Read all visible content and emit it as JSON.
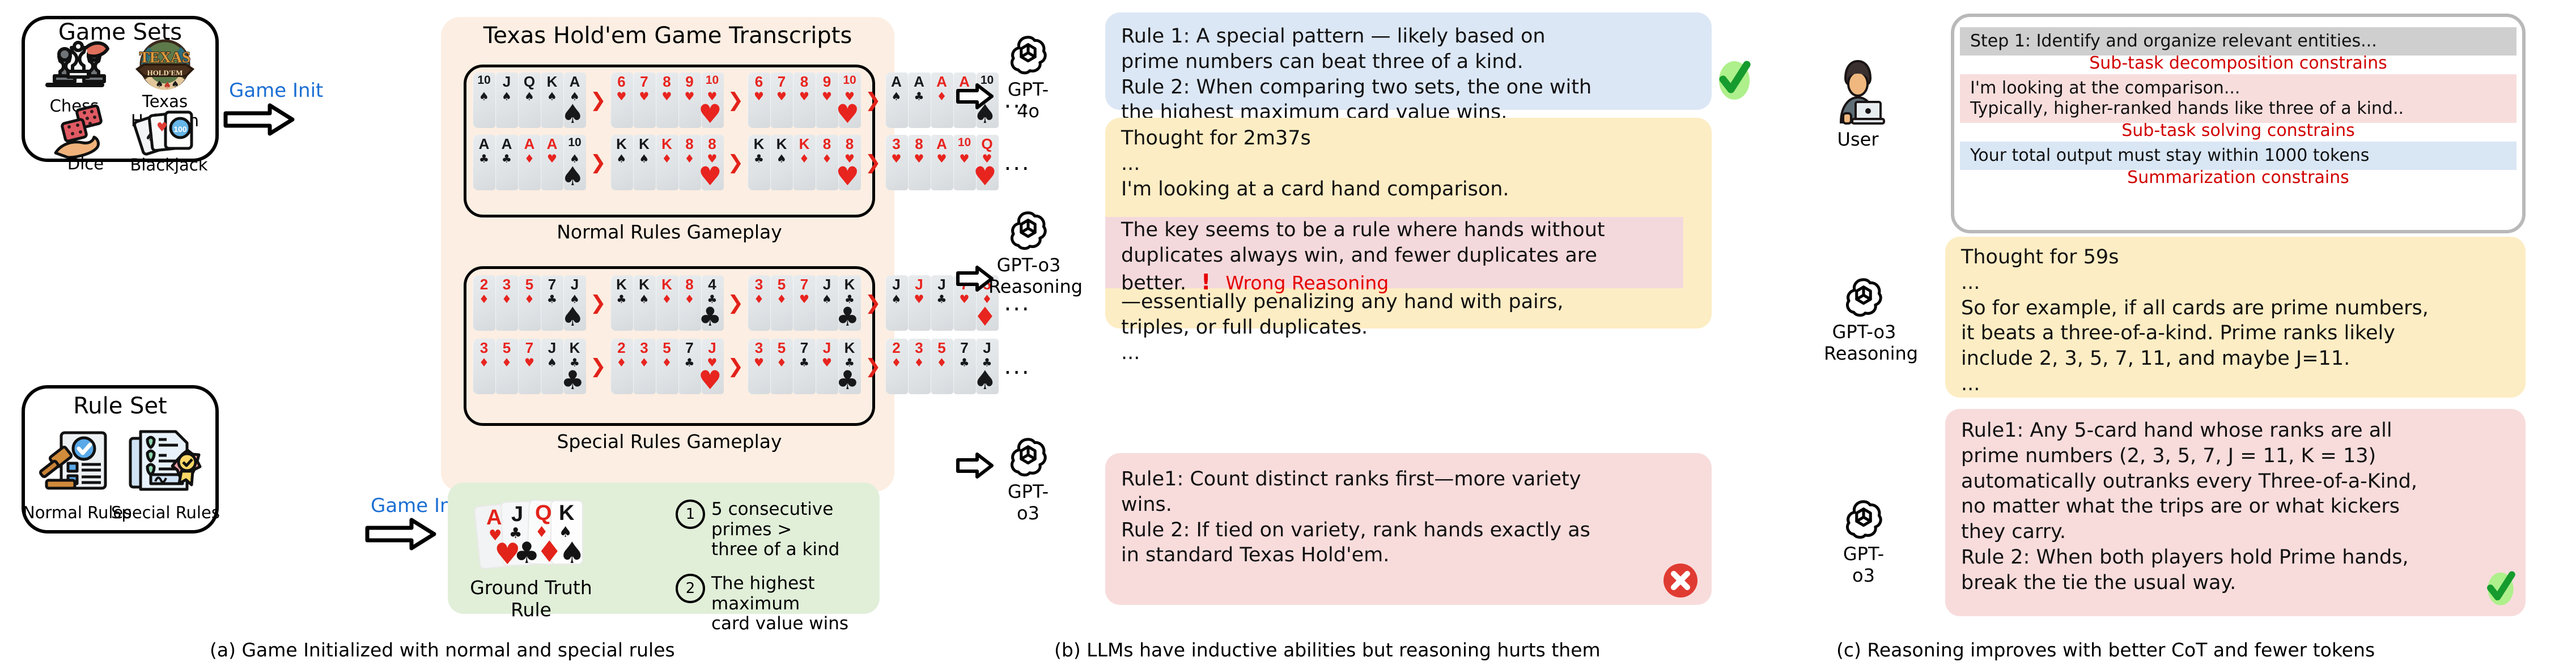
{
  "panel_a": {
    "game_sets": {
      "title": "Game Sets",
      "items": [
        {
          "label": "Chess",
          "icon": "chess-icon"
        },
        {
          "label": "Texas\nHold'em",
          "label_line1": "Texas",
          "label_line2": "Hold'em",
          "icon": "texas-holdem-logo"
        },
        {
          "label": "Dice",
          "icon": "dice-icon"
        },
        {
          "label": "Blackjack",
          "icon": "blackjack-cards-icon"
        }
      ]
    },
    "rule_set": {
      "title": "Rule Set",
      "items": [
        {
          "label": "Normal Rules",
          "icon": "gavel-checklist-icon"
        },
        {
          "label": "Special Rules",
          "icon": "certificate-document-icon"
        }
      ]
    },
    "arrow_label_top": "Game Init",
    "arrow_label_bottom": "Game Init",
    "transcripts": {
      "title": "Texas Hold'em Game Transcripts",
      "normal_label": "Normal Rules Gameplay",
      "special_label": "Special Rules Gameplay",
      "ellipsis": "...",
      "normal_rows": [
        {
          "hands": [
            {
              "ranks": [
                "10",
                "J",
                "Q",
                "K",
                "A"
              ],
              "suits": [
                "S",
                "S",
                "S",
                "S",
                "S"
              ],
              "colors": [
                "b",
                "b",
                "b",
                "b",
                "b"
              ],
              "big": "S",
              "big_color": "b"
            },
            {
              "ranks": [
                "6",
                "7",
                "8",
                "9",
                "10"
              ],
              "suits": [
                "H",
                "H",
                "H",
                "H",
                "H"
              ],
              "colors": [
                "r",
                "r",
                "r",
                "r",
                "r"
              ],
              "big": "H",
              "big_color": "r"
            },
            {
              "ranks": [
                "6",
                "7",
                "8",
                "9",
                "10"
              ],
              "suits": [
                "H",
                "H",
                "H",
                "H",
                "H"
              ],
              "colors": [
                "r",
                "r",
                "r",
                "r",
                "r"
              ],
              "big": "H",
              "big_color": "r"
            },
            {
              "ranks": [
                "A",
                "A",
                "A",
                "A",
                "10"
              ],
              "suits": [
                "S",
                "C",
                "D",
                "H",
                "S"
              ],
              "colors": [
                "b",
                "b",
                "r",
                "r",
                "b"
              ],
              "big": "S",
              "big_color": "b"
            }
          ]
        },
        {
          "hands": [
            {
              "ranks": [
                "A",
                "A",
                "A",
                "A",
                "10"
              ],
              "suits": [
                "C",
                "C",
                "D",
                "H",
                "S"
              ],
              "colors": [
                "b",
                "b",
                "r",
                "r",
                "b"
              ],
              "big": "S",
              "big_color": "b"
            },
            {
              "ranks": [
                "K",
                "K",
                "K",
                "8",
                "8"
              ],
              "suits": [
                "S",
                "S",
                "D",
                "D",
                "H"
              ],
              "colors": [
                "b",
                "b",
                "r",
                "r",
                "r"
              ],
              "big": "H",
              "big_color": "r"
            },
            {
              "ranks": [
                "K",
                "K",
                "K",
                "8",
                "8"
              ],
              "suits": [
                "C",
                "S",
                "D",
                "D",
                "H"
              ],
              "colors": [
                "b",
                "b",
                "r",
                "r",
                "r"
              ],
              "big": "H",
              "big_color": "r"
            },
            {
              "ranks": [
                "3",
                "8",
                "A",
                "10",
                "Q"
              ],
              "suits": [
                "H",
                "H",
                "H",
                "H",
                "H"
              ],
              "colors": [
                "r",
                "r",
                "r",
                "r",
                "r"
              ],
              "big": "H",
              "big_color": "r"
            }
          ]
        }
      ],
      "special_rows": [
        {
          "hands": [
            {
              "ranks": [
                "2",
                "3",
                "5",
                "7",
                "J"
              ],
              "suits": [
                "D",
                "D",
                "D",
                "C",
                "S"
              ],
              "colors": [
                "r",
                "r",
                "r",
                "b",
                "b"
              ],
              "big": "S",
              "big_color": "b"
            },
            {
              "ranks": [
                "K",
                "K",
                "K",
                "8",
                "4"
              ],
              "suits": [
                "C",
                "S",
                "D",
                "D",
                "C"
              ],
              "colors": [
                "b",
                "b",
                "r",
                "r",
                "b"
              ],
              "big": "C",
              "big_color": "b"
            },
            {
              "ranks": [
                "3",
                "5",
                "7",
                "J",
                "K"
              ],
              "suits": [
                "D",
                "D",
                "H",
                "S",
                "C"
              ],
              "colors": [
                "r",
                "r",
                "r",
                "b",
                "b"
              ],
              "big": "C",
              "big_color": "b"
            },
            {
              "ranks": [
                "J",
                "J",
                "J",
                "7",
                "5"
              ],
              "suits": [
                "S",
                "H",
                "C",
                "H",
                "D"
              ],
              "colors": [
                "b",
                "r",
                "b",
                "r",
                "r"
              ],
              "big": "D",
              "big_color": "r"
            }
          ]
        },
        {
          "hands": [
            {
              "ranks": [
                "3",
                "5",
                "7",
                "J",
                "K"
              ],
              "suits": [
                "D",
                "D",
                "H",
                "S",
                "C"
              ],
              "colors": [
                "r",
                "r",
                "r",
                "b",
                "b"
              ],
              "big": "C",
              "big_color": "b"
            },
            {
              "ranks": [
                "2",
                "3",
                "5",
                "7",
                "J"
              ],
              "suits": [
                "D",
                "D",
                "D",
                "C",
                "H"
              ],
              "colors": [
                "r",
                "r",
                "r",
                "b",
                "r"
              ],
              "big": "H",
              "big_color": "r"
            },
            {
              "ranks": [
                "3",
                "5",
                "7",
                "J",
                "K"
              ],
              "suits": [
                "H",
                "D",
                "C",
                "H",
                "C"
              ],
              "colors": [
                "r",
                "r",
                "b",
                "r",
                "b"
              ],
              "big": "C",
              "big_color": "b"
            },
            {
              "ranks": [
                "2",
                "3",
                "5",
                "7",
                "J"
              ],
              "suits": [
                "D",
                "D",
                "D",
                "C",
                "C"
              ],
              "colors": [
                "r",
                "r",
                "r",
                "b",
                "b"
              ],
              "big": "S",
              "big_color": "b"
            }
          ]
        }
      ]
    },
    "ground_truth": {
      "label": "Ground Truth Rule",
      "rules": [
        {
          "num": "1",
          "text": "5 consecutive primes >\nthree of a kind"
        },
        {
          "num": "2",
          "text": "The highest maximum\ncard value wins"
        }
      ]
    }
  },
  "panel_b": {
    "gpt4o": {
      "model_label": "GPT-4o",
      "model_icon": "openai-logo-icon",
      "text_line1": "Rule 1: A special pattern — likely based on",
      "text_line2": "prime numbers can beat three of a kind.",
      "text_line3": "Rule 2: When comparing two sets, the one with",
      "text_line4": "the highest maximum card value wins.",
      "verdict": "correct",
      "verdict_icon": "green-check-icon"
    },
    "o3_reasoning": {
      "model_label_line1": "GPT-o3",
      "model_label_line2": "Reasoning",
      "model_icon": "openai-logo-icon",
      "thought_header": "Thought for 2m37s",
      "ellipsis_top": "...",
      "line_plain": "I'm looking at a card hand comparison.",
      "hl_line1": "The key seems to be a rule where hands without",
      "hl_line2": "duplicates always win, and fewer duplicates are",
      "hl_line3": "better.",
      "wrong_marker": "!",
      "wrong_label": "Wrong Reasoning",
      "tail_line1": "—essentially penalizing any hand with pairs,",
      "tail_line2": "triples, or full duplicates.",
      "ellipsis_bottom": "..."
    },
    "o3_answer": {
      "model_label": "GPT-o3",
      "model_icon": "openai-logo-icon",
      "text_line1": "Rule1: Count distinct ranks first—more variety",
      "text_line2": "wins.",
      "text_line3": "Rule 2: If tied on variety, rank hands exactly as",
      "text_line4": "in standard Texas Hold'em.",
      "verdict": "incorrect",
      "verdict_icon": "red-cross-icon"
    }
  },
  "panel_c": {
    "user": {
      "label": "User",
      "icon": "user-avatar-icon",
      "strips": [
        {
          "text": "Step 1: Identify and organize relevant entities...",
          "tone": "grey",
          "note": "Sub-task decomposition constrains"
        },
        {
          "text_line1": "I'm looking at the comparison...",
          "text_line2": "Typically, higher-ranked hands like three of a kind..",
          "tone": "pink",
          "note": "Sub-task solving constrains"
        },
        {
          "text": "Your total output must stay within 1000 tokens",
          "tone": "blue",
          "note": "Summarization constrains"
        }
      ]
    },
    "o3_reasoning": {
      "model_label_line1": "GPT-o3",
      "model_label_line2": "Reasoning",
      "model_icon": "openai-logo-icon",
      "thought_header": "Thought for 59s",
      "ellipsis_top": "...",
      "line1": "So for example, if all cards are prime numbers,",
      "line2": "it beats a three-of-a-kind. Prime ranks likely",
      "line3": "include 2, 3, 5, 7, 11, and maybe J=11.",
      "ellipsis_bottom": "..."
    },
    "o3_answer": {
      "model_label": "GPT-o3",
      "model_icon": "openai-logo-icon",
      "line1": "Rule1: Any 5-card hand whose ranks are all",
      "line2": "prime numbers (2, 3, 5, 7, J = 11, K = 13)",
      "line3": "automatically outranks every Three-of-a-Kind,",
      "line4": "no matter what the trips are or what kickers",
      "line5": "they carry.",
      "line6": "Rule 2: When both players hold Prime hands,",
      "line7": "break the tie the usual way.",
      "verdict": "correct",
      "verdict_icon": "green-check-icon"
    }
  },
  "captions": {
    "a": "(a) Game Initialized with normal and special rules",
    "b": "(b) LLMs have inductive abilities but reasoning hurts them",
    "c": "(c) Reasoning improves with better CoT and fewer tokens"
  },
  "colors": {
    "accent_blue": "#1a6fd4",
    "transcript_bg": "#fceee2",
    "ground_truth_bg": "#e1efd9",
    "bubble_blue": "#dce7f5",
    "bubble_yellow": "#fdedc4",
    "bubble_pink": "#f8dcdc",
    "error_red": "#e60000",
    "check_green": "#169b2e",
    "card_red": "#e8241f"
  }
}
